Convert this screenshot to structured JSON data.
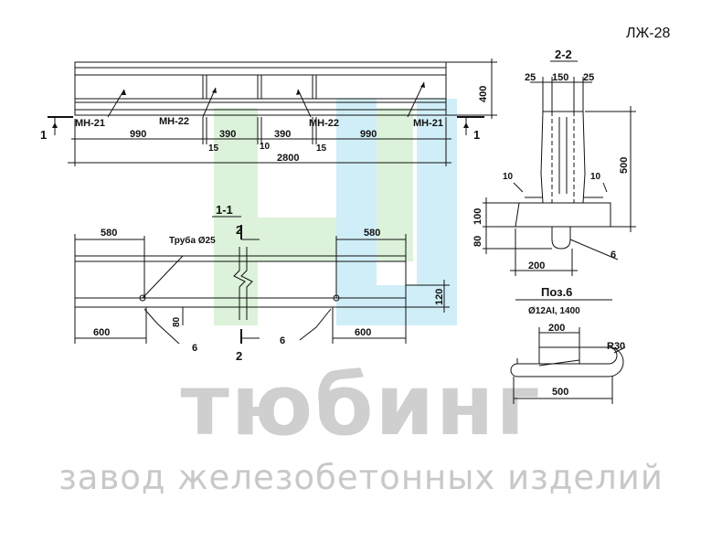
{
  "drawing_code": "ЛЖ-28",
  "watermark": {
    "title": "тюбинг",
    "subtitle": "завод железобетонных изделий",
    "colors": {
      "green": "#d6f0d4",
      "blue": "#c8ecf7",
      "gray": "#cfcfcf"
    }
  },
  "plan": {
    "height_dim": "400",
    "section_mark": "1",
    "labels": {
      "mn21_left": "МН-21",
      "mn22_left": "МН-22",
      "mn22_right": "МН-22",
      "mn21_right": "МН-21"
    },
    "dims": {
      "d990a": "990",
      "d390a": "390",
      "d390b": "390",
      "d990b": "990",
      "d15a": "15",
      "d10": "10",
      "d15b": "15",
      "total": "2800"
    }
  },
  "section_1_1": {
    "title": "1-1",
    "cut_mark": "2",
    "pipe_label": "Труба Ø25",
    "dims": {
      "d580a": "580",
      "d580b": "580",
      "d600a": "600",
      "d600b": "600",
      "d120": "120",
      "d80": "80"
    },
    "callout_a": "6",
    "callout_b": "6"
  },
  "section_2_2": {
    "title": "2-2",
    "dims": {
      "d25a": "25",
      "d150": "150",
      "d25b": "25",
      "d500": "500",
      "d10a": "10",
      "d10b": "10",
      "d100": "100",
      "d80": "80",
      "d200": "200"
    },
    "callout": "6"
  },
  "pos6": {
    "title": "Поз.6",
    "spec": "Ø12AI, 1400",
    "dims": {
      "d200": "200",
      "d500": "500",
      "radius": "R30"
    }
  }
}
